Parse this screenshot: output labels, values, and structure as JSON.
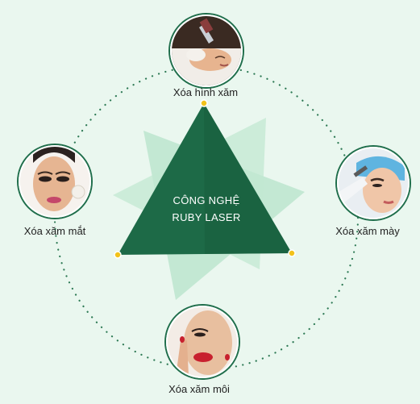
{
  "center": {
    "line1": "CÔNG NGHỆ",
    "line2": "RUBY LASER"
  },
  "nodes": {
    "top": {
      "label": "Xóa hình xăm",
      "icon": "tattoo-removal-face-photo"
    },
    "left": {
      "label": "Xóa xăm mắt",
      "icon": "eye-makeup-face-photo"
    },
    "right": {
      "label": "Xóa xăm mày",
      "icon": "eyebrow-treatment-photo"
    },
    "bottom": {
      "label": "Xóa xăm môi",
      "icon": "lips-face-photo"
    }
  },
  "colors": {
    "background": "#eaf7ef",
    "triangle_dark": "#1d6a47",
    "triangle_light": "#a9dcc0",
    "dot": "#2e7a55",
    "vertex_dot": "#f2c21a"
  }
}
